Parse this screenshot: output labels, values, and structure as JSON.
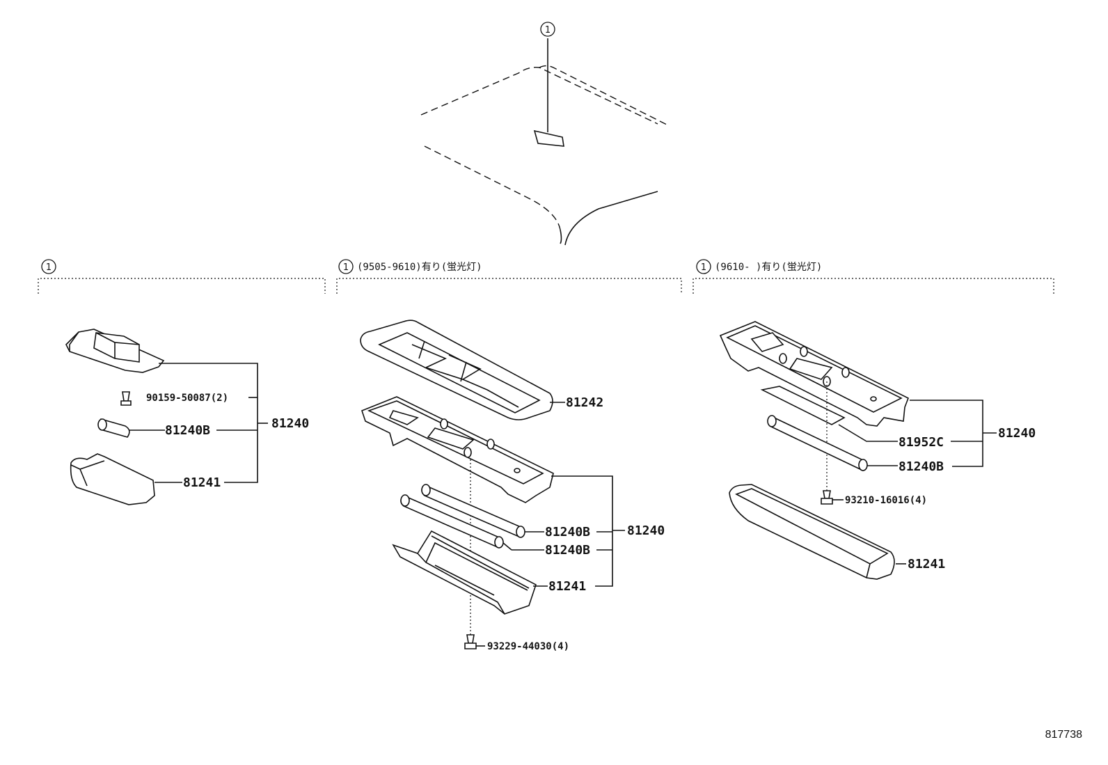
{
  "callout_symbol": "1",
  "sections": [
    {
      "circle": "1",
      "label": ""
    },
    {
      "circle": "1",
      "label": "(9505-9610)有り(蛍光灯)"
    },
    {
      "circle": "1",
      "label": "(9610-      )有り(蛍光灯)"
    }
  ],
  "left": {
    "screw": "90159-50087(2)",
    "bulb": "81240B",
    "assy": "81240",
    "lens": "81241"
  },
  "middle": {
    "cover": "81242",
    "tube1": "81240B",
    "tube2": "81240B",
    "assy": "81240",
    "lens": "81241",
    "screw": "93229-44030(4)"
  },
  "right": {
    "plate": "81952C",
    "tube": "81240B",
    "assy": "81240",
    "screw": "93210-16016(4)",
    "lens": "81241"
  },
  "figure_id": "817738"
}
